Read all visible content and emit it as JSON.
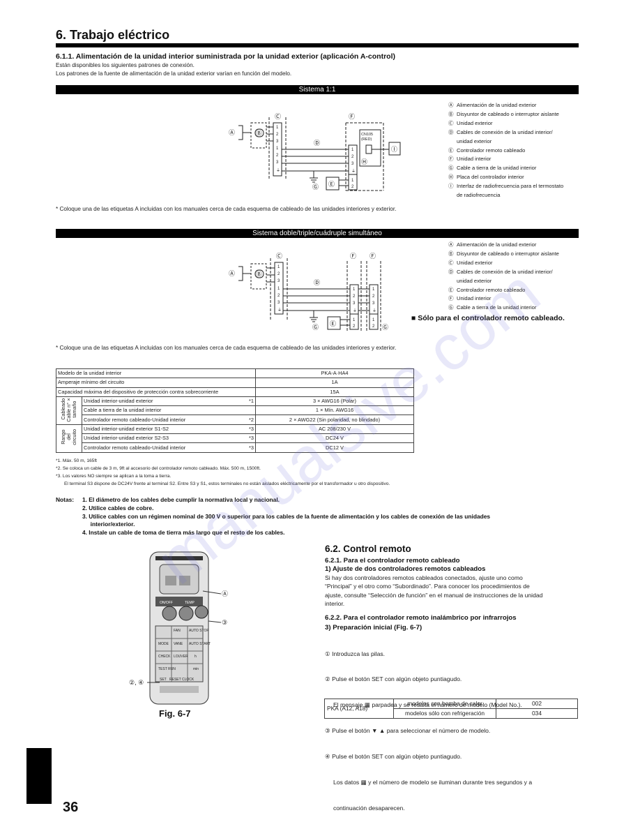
{
  "header": {
    "section_title": "6. Trabajo eléctrico",
    "subsection_title": "6.1.1. Alimentación de la unidad interior suministrada por la unidad exterior (aplicación A-control)",
    "intro": [
      "Están disponibles los siguientes patrones de conexión.",
      "Los patrones de la fuente de alimentación de la unidad exterior varían en función del modelo."
    ]
  },
  "system1": {
    "bar_title": "Sistema 1:1",
    "legend": [
      {
        "mark": "Ⓐ",
        "text": "Alimentación de la unidad exterior"
      },
      {
        "mark": "Ⓑ",
        "text": "Disyuntor de cableado o interruptor aislante"
      },
      {
        "mark": "Ⓒ",
        "text": "Unidad exterior"
      },
      {
        "mark": "Ⓓ",
        "text": "Cables de conexión de la unidad interior/"
      },
      {
        "mark": "",
        "text": "unidad exterior"
      },
      {
        "mark": "Ⓔ",
        "text": "Controlador remoto cableado"
      },
      {
        "mark": "Ⓕ",
        "text": "Unidad interior"
      },
      {
        "mark": "Ⓖ",
        "text": "Cable a tierra de la unidad interior"
      },
      {
        "mark": "Ⓗ",
        "text": "Placa del controlador interior"
      },
      {
        "mark": "Ⓘ",
        "text": "Interfaz de radiofrecuencia para el termostato"
      },
      {
        "mark": "",
        "text": "de radiofrecuencia"
      }
    ],
    "diagram_labels": {
      "A": "Ⓐ",
      "B": "Ⓑ",
      "C": "Ⓒ",
      "D": "Ⓓ",
      "E": "Ⓔ",
      "F": "Ⓕ",
      "G": "Ⓖ",
      "H": "Ⓗ",
      "I": "Ⓘ",
      "cn105": "CN105",
      "cn105_color": "(RED)"
    },
    "note": "* Coloque una de las etiquetas A incluidas con los manuales cerca de cada esquema de cableado de las unidades interiores y exterior."
  },
  "system2": {
    "bar_title": "Sistema doble/triple/cuádruple simultáneo",
    "legend": [
      {
        "mark": "Ⓐ",
        "text": "Alimentación de la unidad exterior"
      },
      {
        "mark": "Ⓑ",
        "text": "Disyuntor de cableado o interruptor aislante"
      },
      {
        "mark": "Ⓒ",
        "text": "Unidad exterior"
      },
      {
        "mark": "Ⓓ",
        "text": "Cables de conexión de la unidad interior/"
      },
      {
        "mark": "",
        "text": "unidad exterior"
      },
      {
        "mark": "Ⓔ",
        "text": "Controlador remoto cableado"
      },
      {
        "mark": "Ⓕ",
        "text": "Unidad interior"
      },
      {
        "mark": "Ⓖ",
        "text": "Cable a tierra de la unidad interior"
      }
    ],
    "diagram_labels": {
      "A": "Ⓐ",
      "B": "Ⓑ",
      "C": "Ⓒ",
      "D": "Ⓓ",
      "E": "Ⓔ",
      "F": "Ⓕ",
      "G": "Ⓖ"
    },
    "highlight": "■ Sólo para el controlador remoto cableado.",
    "note": "* Coloque una de las etiquetas A incluidas con los manuales cerca de cada esquema de cableado de las unidades interiores y exterior."
  },
  "spec_table": {
    "rows_top": [
      {
        "label": "Modelo de la unidad interior",
        "value": "PKA-A·HA4"
      },
      {
        "label": "Amperaje mínimo del circuito",
        "value": "1A"
      },
      {
        "label": "Capacidad máxima del dispositivo de protección contra sobrecorriente",
        "value": "15A"
      }
    ],
    "group1_label": "Cableado\nCable n°×\ntamaño",
    "group1": [
      {
        "label": "Unidad interior-unidad exterior",
        "ref": "*1",
        "value": "3 × AWG16 (Polar)"
      },
      {
        "label": "Cable a tierra de la unidad interior",
        "ref": "",
        "value": "1 × Mín. AWG16"
      },
      {
        "label": "Controlador remoto cableado-Unidad interior",
        "ref": "*2",
        "value": "2 × AWG22 (Sin polaridad, no blindado)"
      }
    ],
    "group2_label": "Rango\ndel\ncircuito",
    "group2": [
      {
        "label": "Unidad interior-unidad exterior S1-S2",
        "ref": "*3",
        "value": "AC 208/230 V"
      },
      {
        "label": "Unidad interior-unidad exterior S2-S3",
        "ref": "*3",
        "value": "DC24 V"
      },
      {
        "label": "Controlador remoto cableado-Unidad interior",
        "ref": "*3",
        "value": "DC12 V"
      }
    ],
    "footnotes": [
      "*1. Máx. 50 m, 165ft",
      "*2. Se coloca un cable de 3 m, 9ft al accesorio del controlador remoto cableado. Máx. 500 m, 1500ft.",
      "*3. Los valores NO siempre se aplican a la toma a tierra.",
      "El terminal S3 dispone de DC24V frente al terminal S2. Entre S3 y S1, estos terminales no están aislados eléctricamente por el transformador u otro dispositivo."
    ]
  },
  "notes": {
    "label": "Notas:",
    "items": [
      "1.  El diámetro de los cables debe cumplir la normativa local y nacional.",
      "2.  Utilice cables de cobre.",
      "3.  Utilice cables con un régimen nominal de 300 V o superior para los cables de la fuente de alimentación y los cables de conexión de las unidades",
      "     interior/exterior.",
      "4.  Instale un cable de toma de tierra más largo que el resto de los cables."
    ]
  },
  "figure": {
    "caption": "Fig. 6-7",
    "callouts": {
      "a": "Ⓐ",
      "b": "③",
      "c": "②, ④"
    },
    "remote_labels": {
      "fan": "FAN",
      "auto_stop": "AUTO STOP",
      "mode": "MODE",
      "vane": "VANE",
      "auto_start": "AUTO START",
      "check": "CHECK",
      "louver": "LOUVER",
      "h": "h",
      "test_run": "TEST RUN",
      "min": "min",
      "set": "SET",
      "reset": "RESET",
      "clock": "CLOCK",
      "on_off": "ON/OFF",
      "temp": "TEMP"
    }
  },
  "section62": {
    "title": "6.2. Control remoto",
    "sub1": "6.2.1. Para el controlador remoto cableado",
    "sub1a": "1) Ajuste de dos controladores remotos cableados",
    "para1": [
      "Si hay dos controladores remotos cableados conectados, ajuste uno como",
      "“Principal” y el otro como “Subordinado”. Para conocer los procedimientos de",
      "ajuste, consulte “Selección de función” en el manual de instrucciones de la unidad",
      "interior."
    ],
    "sub2": "6.2.2. Para el controlador remoto inalámbrico por infrarrojos",
    "sub2a": "3) Preparación inicial (Fig. 6-7)",
    "steps": [
      "① Introduzca las pilas.",
      "② Pulse el botón SET con algún objeto puntiagudo.",
      "     El mensaje ▦ parpadea y se resalta el número de modelo (Model No.).",
      "③ Pulse el botón ▼ ▲ para seleccionar el número de modelo.",
      "④ Pulse el botón SET con algún objeto puntiagudo.",
      "     Los datos ▦ y el número de modelo se iluminan durante tres segundos y a",
      "     continuación desaparecen."
    ]
  },
  "model_table": {
    "model": "PKA (A12, A18)",
    "rows": [
      {
        "type": "modelos con bomba de calor",
        "code": "002"
      },
      {
        "type": "modelos sólo con refrigeración",
        "code": "034"
      }
    ]
  },
  "footer": {
    "page_number": "36"
  },
  "watermark": "manualsive.com"
}
